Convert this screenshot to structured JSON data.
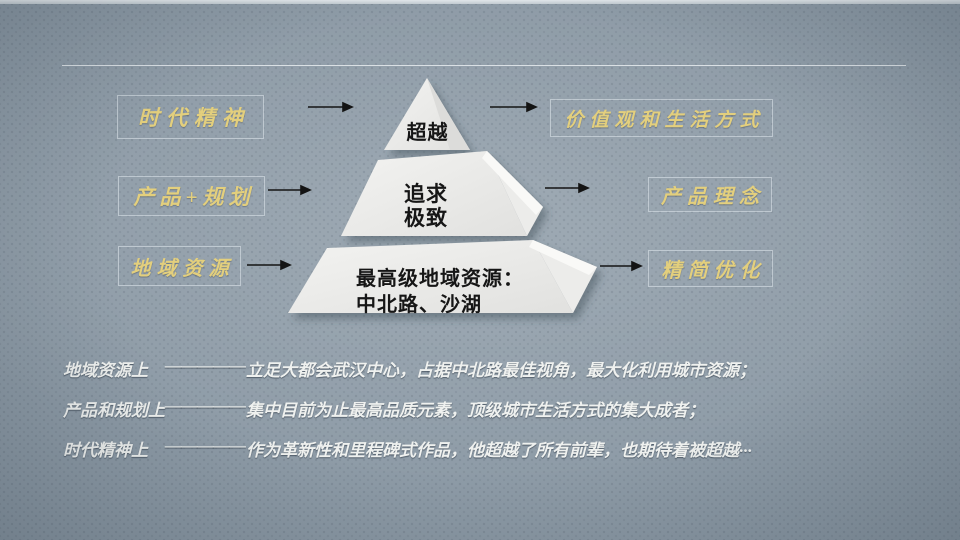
{
  "colors": {
    "background": "#8c99a4",
    "gold_label": "#e3cf7d",
    "pyramid_face": "#ebebe9",
    "pyramid_text": "#161616",
    "note_text": "#eff1ef",
    "arrow": "#141414",
    "divider": "#eef2f5"
  },
  "left_labels": [
    {
      "label": "时代精神"
    },
    {
      "label": "产品+规划"
    },
    {
      "label": "地域资源"
    }
  ],
  "right_labels": [
    {
      "label": "价值观和生活方式"
    },
    {
      "label": "产品理念"
    },
    {
      "label": "精简优化"
    }
  ],
  "pyramid": {
    "tier_top": "超越",
    "tier_middle": [
      "追求",
      "极致"
    ],
    "tier_bottom": [
      "最高级地域资源：",
      "中北路、沙湖"
    ]
  },
  "notes": [
    {
      "label": "地域资源上",
      "dash": "—————",
      "text": "立足大都会武汉中心，占据中北路最佳视角，最大化利用城市资源；"
    },
    {
      "label": "产品和规划上",
      "dash": "—————",
      "text": "集中目前为止最高品质元素，顶级城市生活方式的集大成者；"
    },
    {
      "label": "时代精神上",
      "dash": "—————",
      "text": "作为革新性和里程碑式作品，他超越了所有前辈，也期待着被超越···"
    }
  ]
}
